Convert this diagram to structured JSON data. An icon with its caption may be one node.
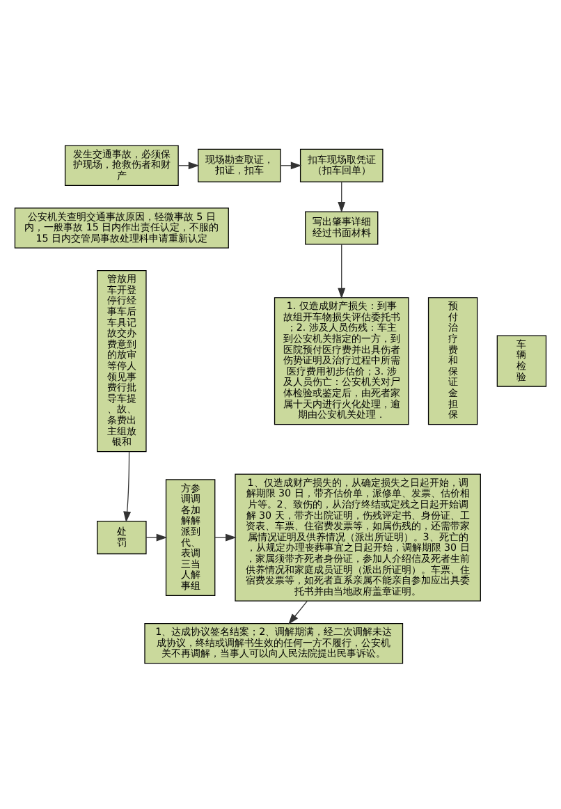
{
  "diagram": {
    "nodes": [
      {
        "text": [
          "发生交通事故，必须保护现场，抢救伤者和财产"
        ]
      },
      {
        "text": [
          "现场勘查取证，扣证，扣车"
        ]
      },
      {
        "text": [
          "扣车现场取凭证（扣车回单）"
        ]
      },
      {
        "text": [
          "公安机关查明交通事故原因，轻微事故 5 日内，一般事故 15 日内作出责任认定，不服的 15 日内交管局事故处理科申请重新认定"
        ]
      },
      {
        "text": [
          "写出肇事详细经过书面材料"
        ]
      },
      {
        "text": [
          "管放用车开登停行经事车后车具记故交办费意到的放审等停人领见事费行批导车提、故、条费出主组放银和"
        ]
      },
      {
        "text": [
          "预付治疗费和保证金担保"
        ]
      },
      {
        "text": [
          "车辆检验"
        ]
      },
      {
        "text": [
          "1. 仅造成财产损失：到事故组开车物损失评估委托书；2. 涉及人员伤残：车主到公安机关指定的一方，到医院预付医疗费并出具伤者伤势证明及治疗过程中所需医疗费用初步估价；3. 涉及人员伤亡：公安机关对尸体检验或鉴定后，由死者家属十天内进行火化处理，逾期由公安机关处理．"
        ]
      },
      {
        "text": [
          "处罚"
        ]
      },
      {
        "text": [
          "方参调调各加解解派到代、表调三当人解事组"
        ]
      },
      {
        "text": [
          "1、仅造成财产损失的，从确定损失之日起开始，调解期限 30 日，带齐估价单，派修单、发票、估价相片等。2、致伤的，从治疗终结或定残之日起开始调解 30 天，带齐出院证明，伤残评定书、身份证、工资表、车票、住宿费发票等，如属伤残的，还需带家属情况证明及供养情况（派出所证明）。3、死亡的，从规定办理丧葬事宜之日起开始，调解期限 30 日，家属须带齐死者身份证，参加人介绍信及死者生前供养情况和家庭成员证明（派出所证明）。车票、住宿费发票等，如死者直系亲属不能亲自参加应出具委托书并由当地政府盖章证明。"
        ]
      },
      {
        "text": [
          "1、达成协议签名结案；2、调解期满，经二次调解未达成协议，终结或调解书生效的任何一方不履行，公安机关不再调解，当事人可以向人民法院提出民事诉讼。"
        ]
      }
    ],
    "edges": [
      {
        "from": 0,
        "to": 1,
        "arrow": "to"
      },
      {
        "from": 1,
        "to": 2,
        "arrow": "to"
      },
      {
        "from": 2,
        "to": 4,
        "arrow": "to"
      },
      {
        "from": 4,
        "to": 8,
        "arrow": "to"
      },
      {
        "from": 5,
        "to": 9,
        "arrow": "to"
      },
      {
        "from": 9,
        "to": 10,
        "arrow": "to"
      },
      {
        "from": 10,
        "to": 11,
        "arrow": "to"
      },
      {
        "from": 11,
        "to": 12,
        "arrow": "to"
      }
    ]
  }
}
